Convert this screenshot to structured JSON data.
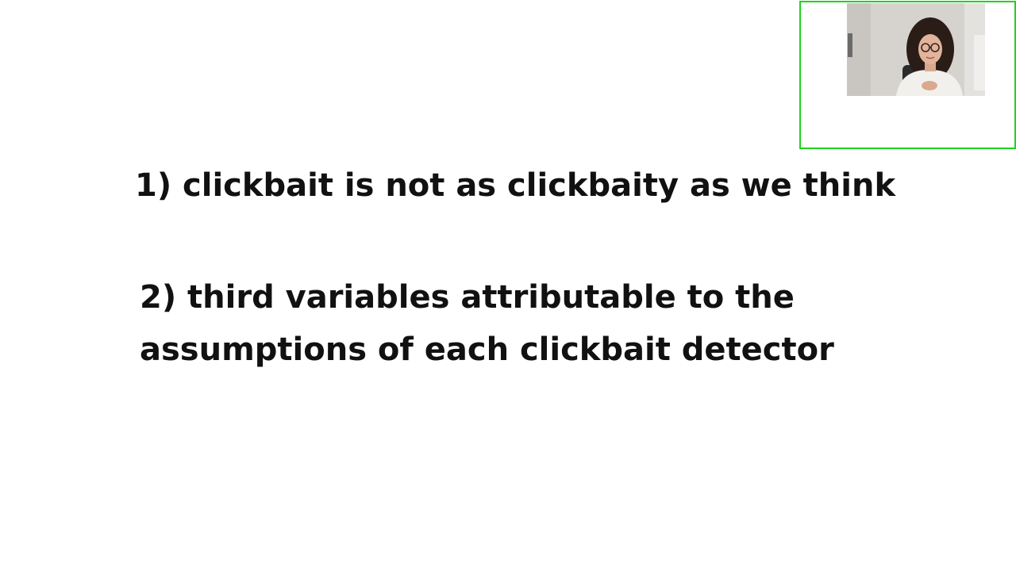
{
  "slide": {
    "points": [
      {
        "lines": [
          "1) clickbait is not as clickbaity as we think"
        ]
      },
      {
        "lines": [
          "2) third variables attributable to the",
          "assumptions of each clickbait detector"
        ]
      }
    ]
  },
  "webcam": {
    "border_color": "#1fd31f",
    "content": "presenter-video"
  }
}
